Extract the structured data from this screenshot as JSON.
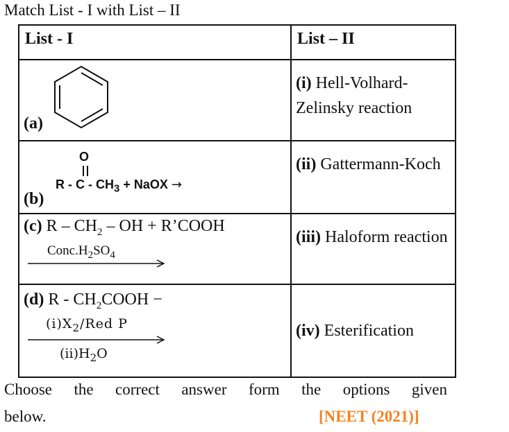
{
  "intro": "Match List - I with List – II",
  "headers": {
    "list1": "List - I",
    "list2": "List – II"
  },
  "rows": [
    {
      "a_label": "(a)",
      "a_icon": "benzene-ring",
      "b_num": "(i)",
      "b_text": " Hell-Volhard-Zelinsky reaction"
    },
    {
      "a_label": "(b)",
      "a_O": "O",
      "a_lhs": "R - C - CH",
      "a_sub": "3",
      "a_rhs": " + NaOX",
      "a_arrow": "→",
      "b_num": "(ii)",
      "b_text": " Gattermann-Koch"
    },
    {
      "a_label": "(c)",
      "a_text_pre": " R – CH",
      "a_sub": "2",
      "a_text_post": " – OH + R’COOH",
      "a_cond_pre": "Conc.H",
      "a_cond_sub1": "2",
      "a_cond_mid": "SO",
      "a_cond_sub2": "4",
      "b_num": "(iii)",
      "b_text": " Haloform reaction"
    },
    {
      "a_label": "(d)",
      "a_text_pre": " R - CH",
      "a_sub": "2",
      "a_text_post": "COOH −",
      "a_top_pre": "(i)X",
      "a_top_sub": "2",
      "a_top_post": "/Red P",
      "a_bot_pre": "(ii)H",
      "a_bot_sub": "2",
      "a_bot_post": "O",
      "b_num": "(iv)",
      "b_text": " Esterification"
    }
  ],
  "outro_line1": "Choose the correct answer form the options given",
  "outro_line2": "below.",
  "source": "[NEET (2021)]",
  "colors": {
    "source": "#f5821f"
  }
}
